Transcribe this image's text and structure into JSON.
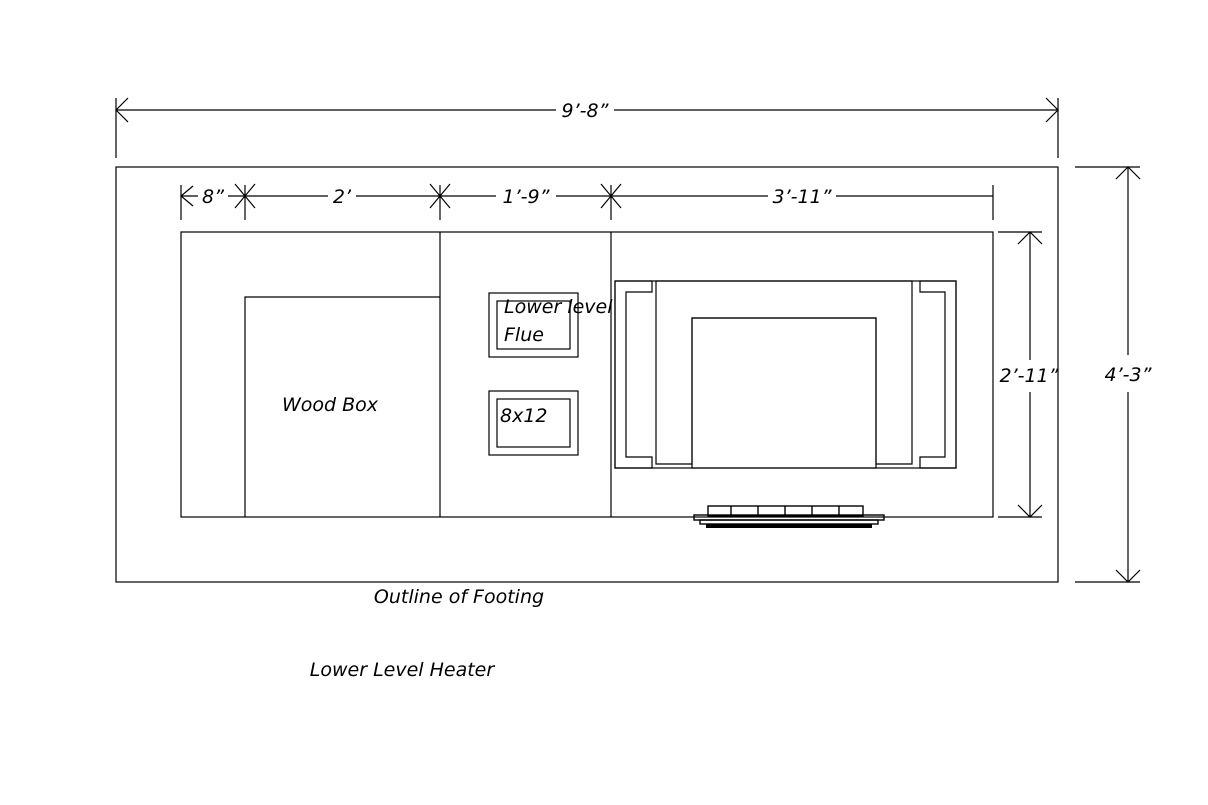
{
  "dimensions": {
    "overall_width": "9’-8”",
    "overall_depth": "4’-3”",
    "inner_depth": "2’-11”",
    "seg_1": "8”",
    "seg_2": "2’",
    "seg_3": "1’-9”",
    "seg_4": "3’-11”"
  },
  "labels": {
    "wood_box": "Wood Box",
    "flue_line1": "Lower level",
    "flue_line2": "Flue",
    "vent": "8x12",
    "footing": "Outline of Footing",
    "title": "Lower Level Heater"
  }
}
